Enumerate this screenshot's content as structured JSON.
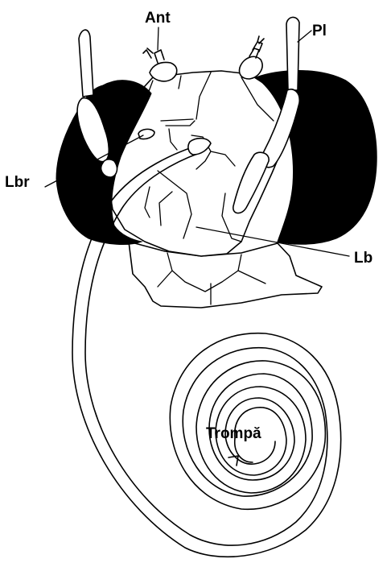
{
  "labels": {
    "ant": "Ant",
    "pl": "Pl",
    "lbr": "Lbr",
    "lb": "Lb",
    "trompa": "Trompă"
  },
  "colors": {
    "ink": "#000000",
    "background": "#ffffff"
  }
}
